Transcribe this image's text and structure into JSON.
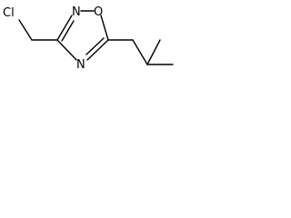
{
  "molecule": {
    "atoms": {
      "chlorine": "Cl",
      "ring_nitrogen_top": "N",
      "ring_oxygen": "O",
      "ring_nitrogen_bottom": "N"
    }
  },
  "colors": {
    "bond": "#000000",
    "label": "#000000",
    "background": "#ffffff"
  }
}
